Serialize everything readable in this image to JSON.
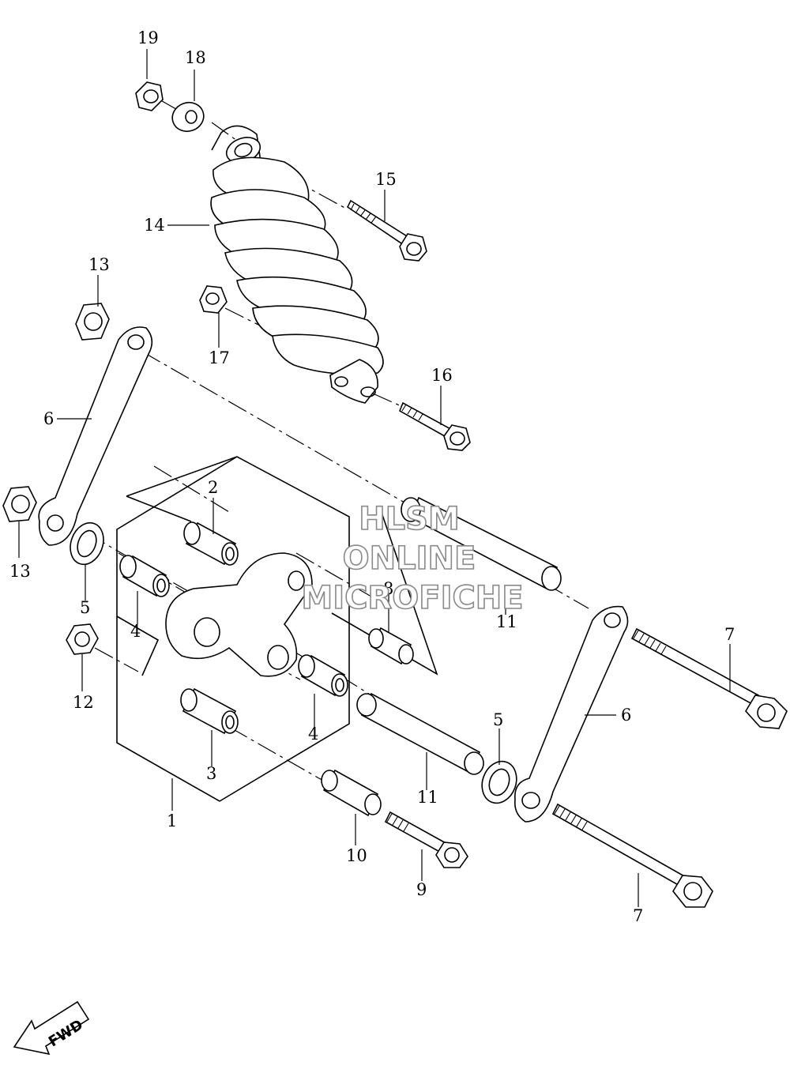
{
  "diagram": {
    "callouts": [
      "1",
      "2",
      "3",
      "4",
      "4",
      "5",
      "5",
      "6",
      "6",
      "7",
      "7",
      "8",
      "9",
      "10",
      "11",
      "11",
      "12",
      "13",
      "13",
      "14",
      "15",
      "16",
      "17",
      "18",
      "19"
    ],
    "watermark": {
      "line1": "HLSM",
      "line2": "ONLINE",
      "line3": "MICROFICHE"
    },
    "direction_label": "FWD"
  }
}
